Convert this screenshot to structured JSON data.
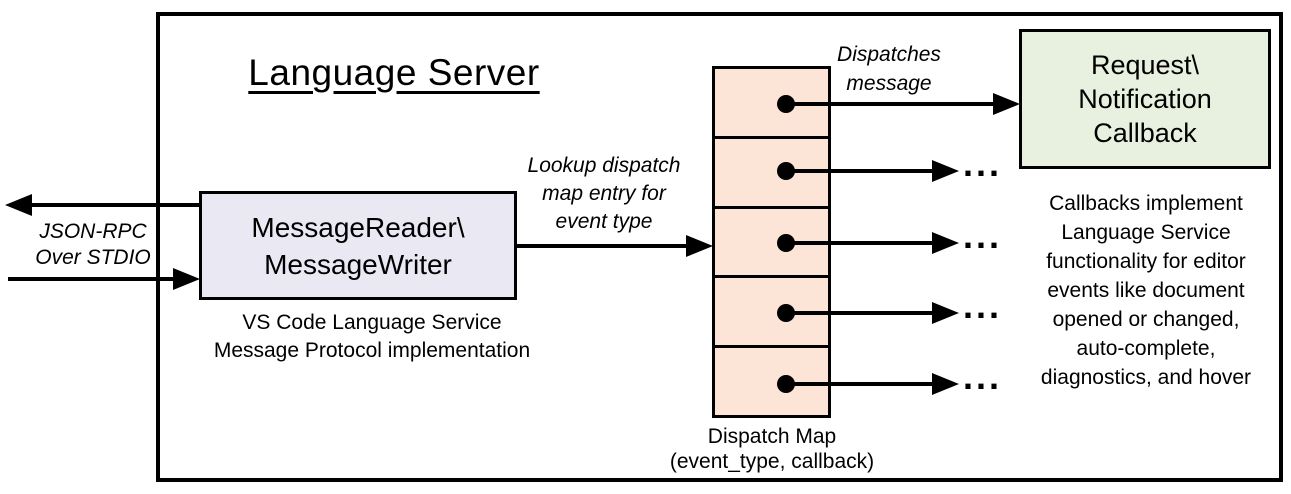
{
  "title": "Language Server",
  "io_label": {
    "line1": "JSON-RPC",
    "line2": "Over STDIO"
  },
  "message_box": {
    "line1": "MessageReader\\",
    "line2": "MessageWriter",
    "caption_line1": "VS Code Language Service",
    "caption_line2": "Message Protocol implementation"
  },
  "lookup_label": {
    "line1": "Lookup dispatch",
    "line2": "map entry for",
    "line3": "event type"
  },
  "dispatches_label": {
    "line1": "Dispatches",
    "line2": "message"
  },
  "dispatch_map": {
    "caption_line1": "Dispatch Map",
    "caption_line2": "(event_type, callback)",
    "slot_count": 5
  },
  "callback_box": {
    "line1": "Request\\",
    "line2": "Notification",
    "line3": "Callback"
  },
  "callbacks_note": {
    "lines": [
      "Callbacks implement",
      "Language Service",
      "functionality for editor",
      "events like document",
      "opened or changed,",
      "auto-complete,",
      "diagnostics, and hover"
    ]
  },
  "ellipsis": "...",
  "colors": {
    "line": "#000000",
    "message_box_fill": "#eae8f2",
    "dispatch_cell_fill": "#fce5d7",
    "callback_box_fill": "#e8f0df"
  }
}
